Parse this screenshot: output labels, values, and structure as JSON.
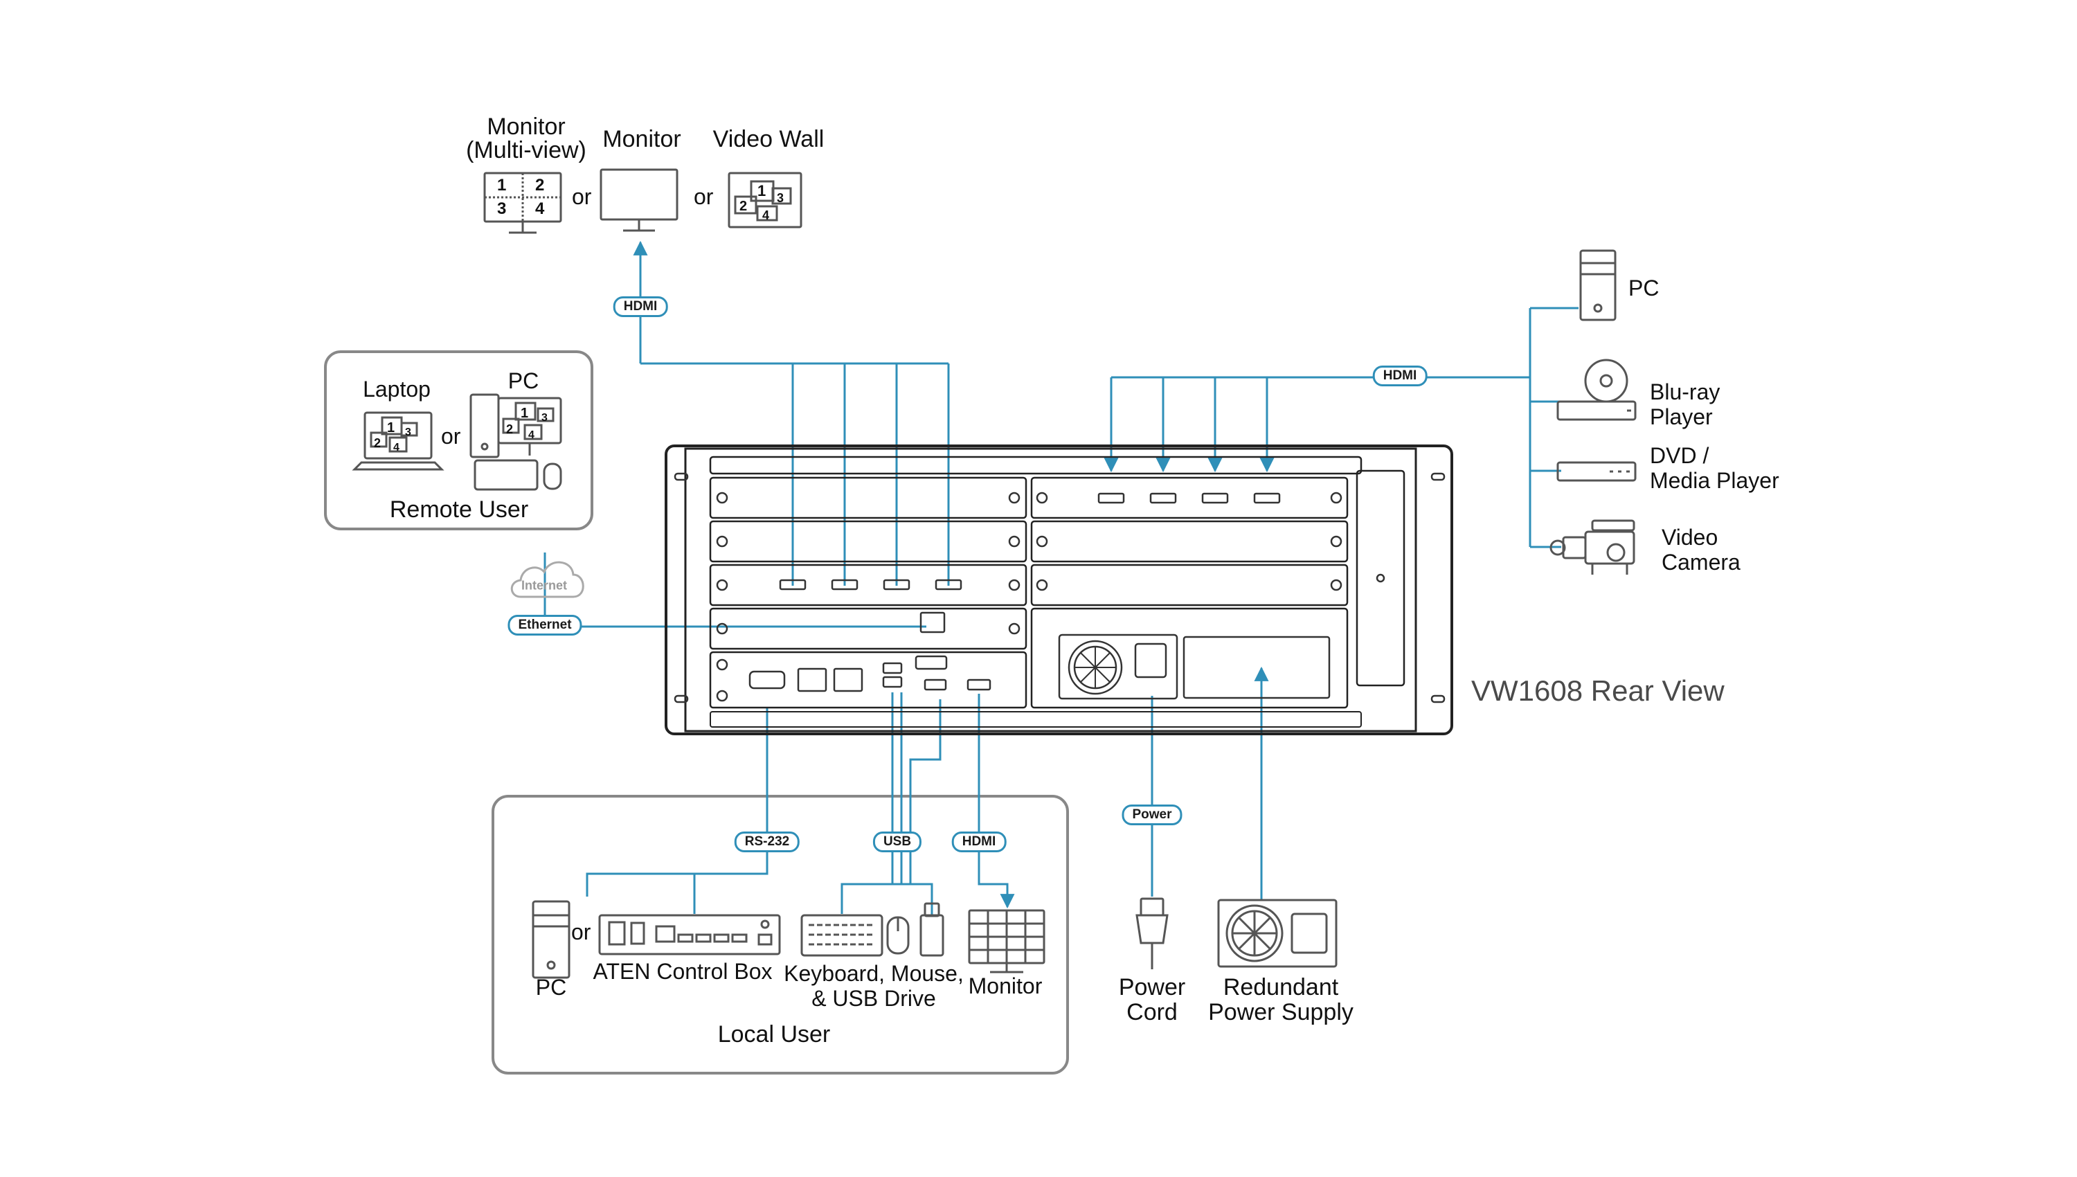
{
  "diagram_title": "VW1608 Rear View",
  "displays": {
    "monitor_multiview_label": "Monitor\n(Multi-view)",
    "monitor_label": "Monitor",
    "video_wall_label": "Video Wall",
    "or_1": "or",
    "or_2": "or",
    "multiview_cells": [
      "1",
      "2",
      "3",
      "4"
    ],
    "wall_cells": [
      "1",
      "2",
      "3",
      "4"
    ]
  },
  "sources": {
    "pc_label": "PC",
    "bluray_label": "Blu-ray\nPlayer",
    "dvd_label": "DVD /\nMedia Player",
    "camera_label": "Video\nCamera"
  },
  "remote_user": {
    "title": "Remote User",
    "laptop_label": "Laptop",
    "pc_label": "PC",
    "or": "or",
    "laptop_cells": [
      "1",
      "2",
      "3",
      "4"
    ],
    "pc_cells": [
      "1",
      "2",
      "3",
      "4"
    ]
  },
  "local_user": {
    "title": "Local User",
    "pc_label": "PC",
    "or": "or",
    "control_box_label": "ATEN Control Box",
    "keyboard_label": "Keyboard, Mouse,\n& USB Drive",
    "monitor_label": "Monitor"
  },
  "power": {
    "cord_label": "Power\nCord",
    "redundant_label": "Redundant\nPower Supply"
  },
  "connection_tags": {
    "hdmi_out": "HDMI",
    "hdmi_in": "HDMI",
    "ethernet": "Ethernet",
    "internet": "Internet",
    "rs232": "RS-232",
    "usb": "USB",
    "hdmi_local": "HDMI",
    "power": "Power"
  },
  "colors": {
    "line": "#2f8fb8",
    "device": "#555555",
    "box_border": "#888888"
  }
}
